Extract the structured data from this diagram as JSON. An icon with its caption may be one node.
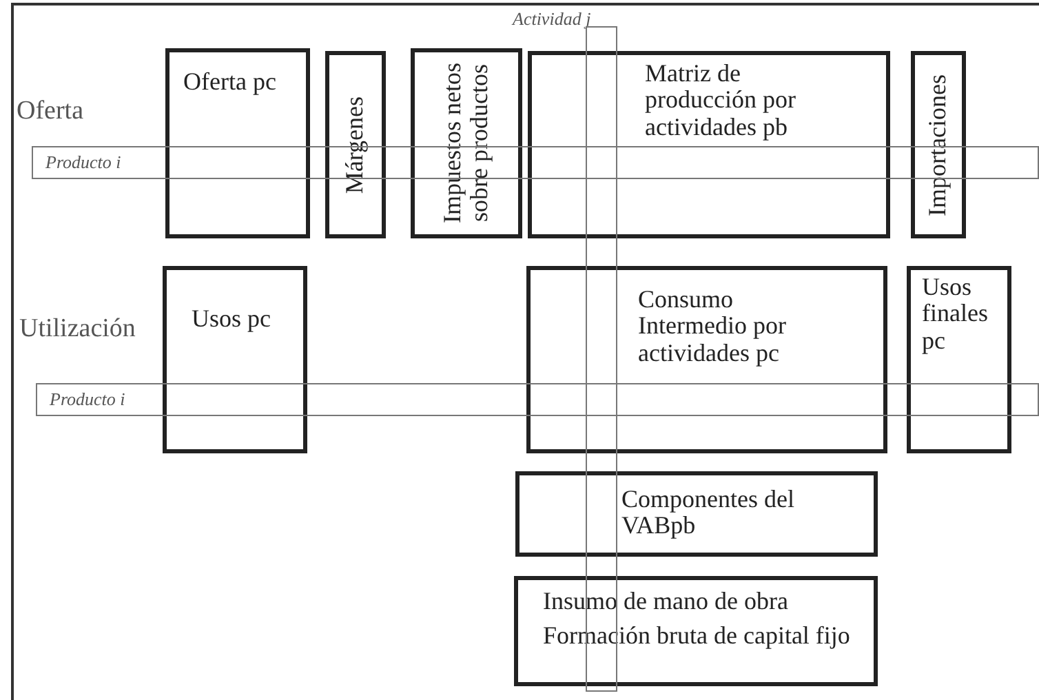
{
  "diagram": {
    "nodes": [
      {
        "text": [
          "Actividad j"
        ]
      },
      {
        "text": [
          "Oferta pc"
        ]
      },
      {
        "text": [
          "Márgenes"
        ]
      },
      {
        "text": [
          "Impuestos netos sobre productos"
        ]
      },
      {
        "text": [
          "Matriz de producción por actividades pb"
        ]
      },
      {
        "text": [
          "Importaciones"
        ]
      },
      {
        "text": [
          "Producto i"
        ]
      },
      {
        "text": [
          "Usos pc"
        ]
      },
      {
        "text": [
          "Consumo Intermedio por actividades pc"
        ]
      },
      {
        "text": [
          "Usos finales pc"
        ]
      },
      {
        "text": [
          "Producto i"
        ]
      },
      {
        "text": [
          "Componentes del VABpb"
        ]
      },
      {
        "text": [
          "Insumo de mano de obra",
          "Formación bruta de capital fijo"
        ]
      }
    ],
    "labels": [
      "Oferta",
      "Utilización"
    ]
  }
}
